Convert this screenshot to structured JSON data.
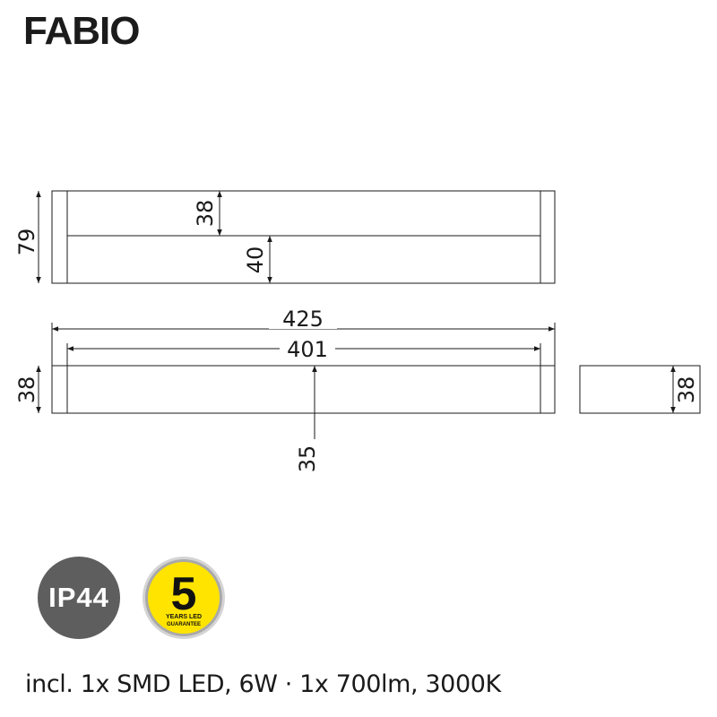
{
  "product": {
    "name": "FABIO"
  },
  "dimensions": {
    "height_total": "79",
    "upper_height": "38",
    "lower_height": "40",
    "length_total": "425",
    "length_inner": "401",
    "front_height": "38",
    "mount_position": "35",
    "side_height": "38"
  },
  "badges": {
    "ip_rating": "IP44",
    "guarantee_years": "5",
    "guarantee_line1": "YEARS LED",
    "guarantee_line2": "GUARANTEE"
  },
  "specs": {
    "text": "incl. 1x SMD LED, 6W · 1x 700lm, 3000K"
  },
  "colors": {
    "line": "#1a1a1a",
    "ip_badge": "#5e5e5e",
    "guarantee_yellow": "#ffe400",
    "guarantee_ring": "#bdbdbd"
  }
}
